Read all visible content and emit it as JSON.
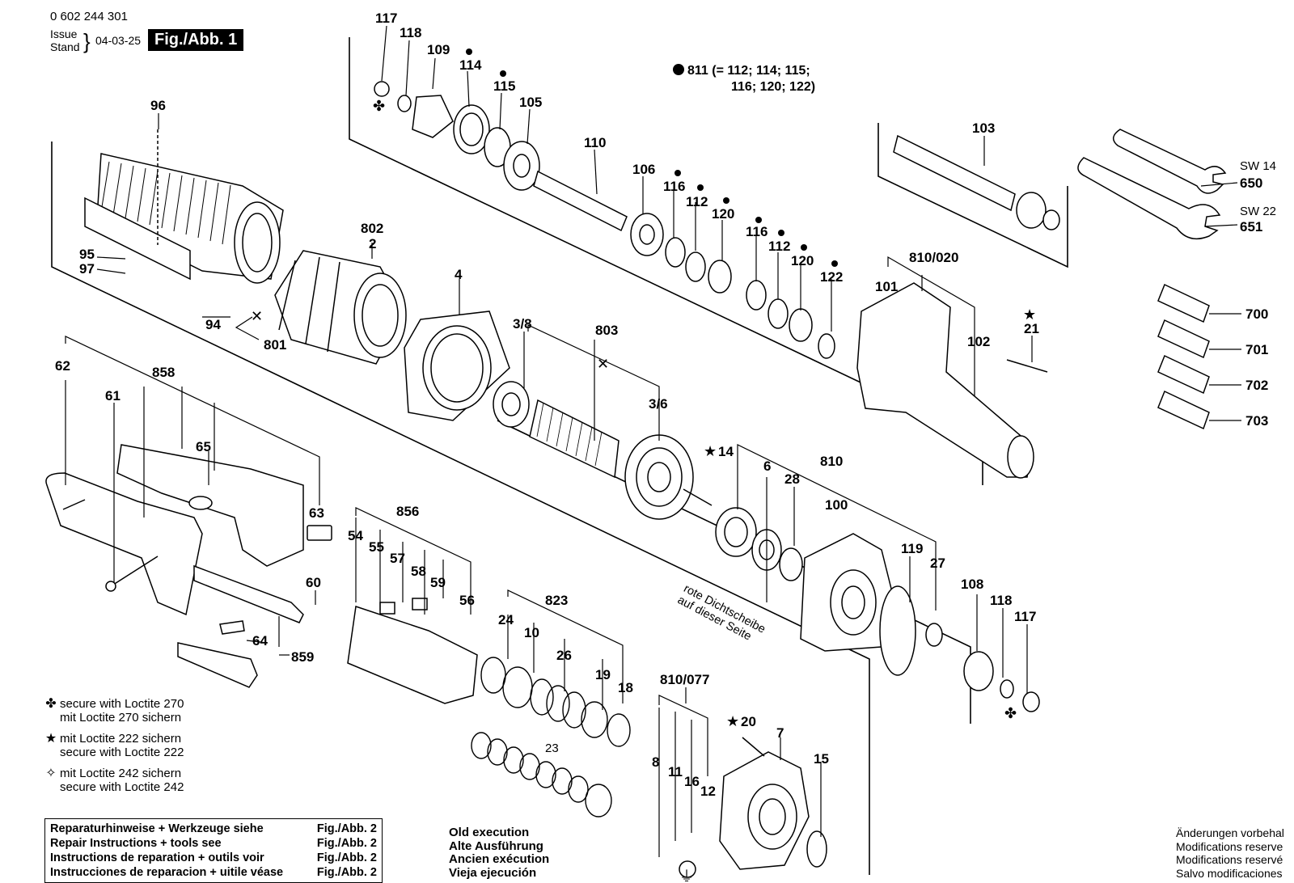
{
  "header": {
    "doc_number": "0 602 244 301",
    "issue_label": "Issue",
    "stand_label": "Stand",
    "date": "04-03-25",
    "figure_title": "Fig./Abb. 1"
  },
  "kit_note": {
    "part": "811",
    "line1": "(= 112; 114; 115;",
    "line2": "116; 120; 122)"
  },
  "part_labels": {
    "p117a": "117",
    "p118a": "118",
    "p109": "109",
    "p114": "114",
    "p115": "115",
    "p105": "105",
    "p110": "110",
    "p106": "106",
    "p116a": "116",
    "p112a": "112",
    "p120a": "120",
    "p116b": "116",
    "p112b": "112",
    "p120b": "120",
    "p122": "122",
    "p103": "103",
    "p650": "650",
    "p651": "651",
    "sw14": "SW 14",
    "sw22": "SW 22",
    "p700": "700",
    "p701": "701",
    "p702": "702",
    "p703": "703",
    "p96": "96",
    "p802": "802",
    "p2": "2",
    "p95": "95",
    "p97": "97",
    "p94": "94",
    "p801": "801",
    "p4": "4",
    "p38": "3/8",
    "p803": "803",
    "p36": "3/6",
    "p810020": "810/020",
    "p101": "101",
    "p102": "102",
    "p21": "21",
    "p62": "62",
    "p61": "61",
    "p858": "858",
    "p65": "65",
    "p63": "63",
    "p856": "856",
    "p54": "54",
    "p55": "55",
    "p57": "57",
    "p58": "58",
    "p59": "59",
    "p56": "56",
    "p60": "60",
    "p64": "64",
    "p859": "859",
    "p14": "14",
    "p6": "6",
    "p28": "28",
    "p810": "810",
    "p100": "100",
    "p119": "119",
    "p27": "27",
    "p108": "108",
    "p118b": "118",
    "p117b": "117",
    "p823": "823",
    "p24": "24",
    "p10": "10",
    "p26": "26",
    "p19": "19",
    "p18": "18",
    "p23": "23",
    "p810077": "810/077",
    "p8": "8",
    "p11": "11",
    "p16": "16",
    "p12": "12",
    "p20": "20",
    "p7": "7",
    "p15": "15"
  },
  "note_rotated": {
    "line1": "rote Dichtscheibe",
    "line2": "auf dieser Seite"
  },
  "legend": [
    {
      "symbol": "✤",
      "line1": "secure with Loctite 270",
      "line2": "mit Loctite 270 sichern"
    },
    {
      "symbol": "★",
      "line1": "mit Loctite 222 sichern",
      "line2": "secure with Loctite 222"
    },
    {
      "symbol": "✧",
      "line1": "mit Loctite 242 sichern",
      "line2": "secure with Loctite 242"
    }
  ],
  "repair_box": [
    {
      "text": "Reparaturhinweise + Werkzeuge siehe",
      "ref": "Fig./Abb. 2"
    },
    {
      "text": "Repair Instructions + tools see",
      "ref": "Fig./Abb. 2"
    },
    {
      "text": "Instructions de reparation + outils voir",
      "ref": "Fig./Abb. 2"
    },
    {
      "text": "Instrucciones de reparacion + uitile véase",
      "ref": "Fig./Abb. 2"
    }
  ],
  "old_execution": [
    "Old execution",
    "Alte Ausführung",
    "Ancien exécution",
    "Vieja ejecución"
  ],
  "modifications": [
    "Änderungen vorbehal",
    "Modifications reserve",
    "Modifications reservé",
    "Salvo modificaciones"
  ]
}
